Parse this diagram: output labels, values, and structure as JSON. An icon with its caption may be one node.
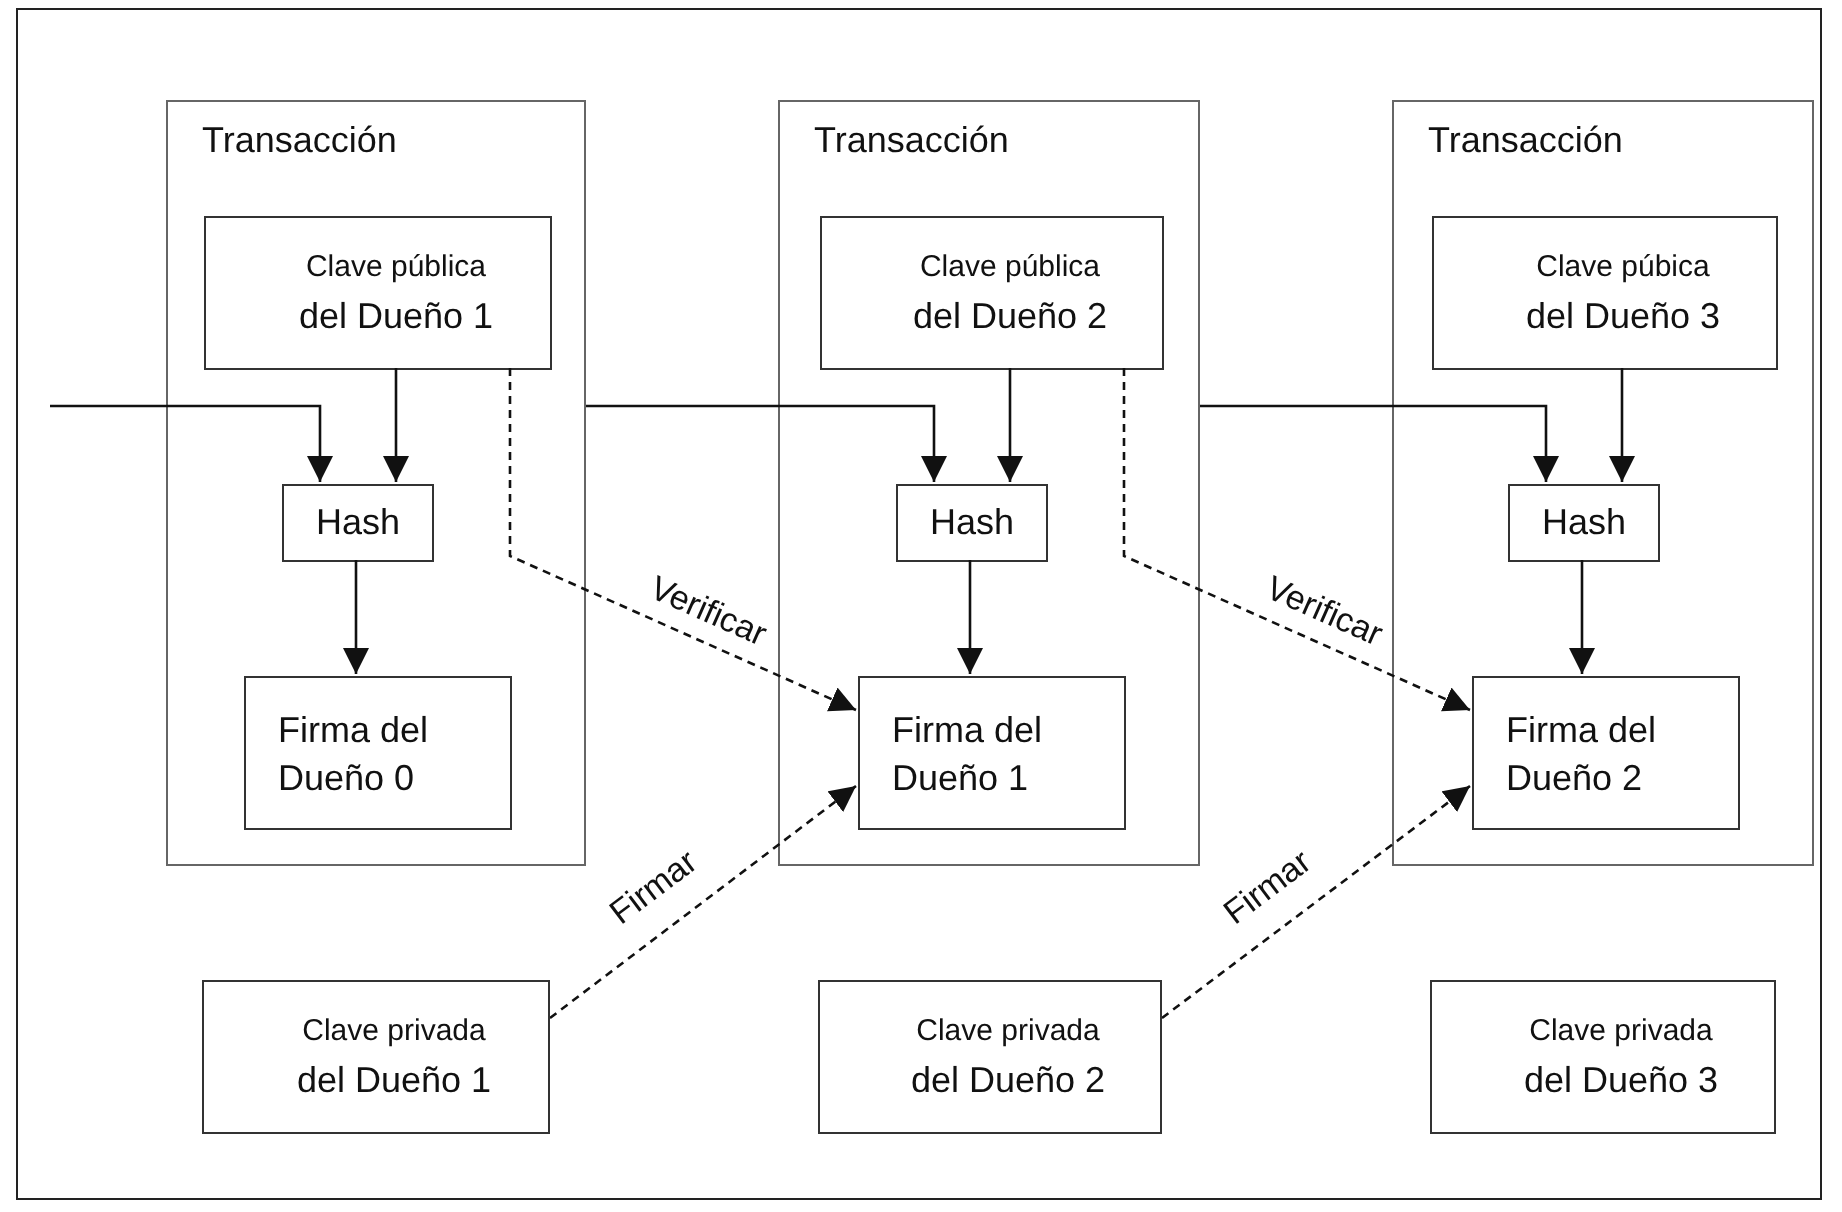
{
  "diagram": {
    "nodes": [
      {
        "text": [
          "Transacción"
        ]
      },
      {
        "text": [
          "Clave pública",
          "del Dueño 1"
        ],
        "in": 0
      },
      {
        "text": [
          "Hash"
        ],
        "in": 0
      },
      {
        "text": [
          "Firma del Dueño 0"
        ],
        "in": 0
      },
      {
        "text": [
          "Transacción"
        ]
      },
      {
        "text": [
          "Clave pública",
          "del Dueño 2"
        ],
        "in": 4
      },
      {
        "text": [
          "Hash"
        ],
        "in": 4
      },
      {
        "text": [
          "Firma del Dueño 1"
        ],
        "in": 4
      },
      {
        "text": [
          "Transacción"
        ]
      },
      {
        "text": [
          "Clave púbica",
          "del Dueño 3"
        ],
        "in": 8
      },
      {
        "text": [
          "Hash"
        ],
        "in": 8
      },
      {
        "text": [
          "Firma del Dueño 2"
        ],
        "in": 8
      },
      {
        "text": [
          "Clave privada",
          "del Dueño 1"
        ]
      },
      {
        "text": [
          "Clave privada",
          "del Dueño 2"
        ]
      },
      {
        "text": [
          "Clave privada",
          "del Dueño 3"
        ]
      }
    ],
    "edges": [
      {
        "from": null,
        "to": 2,
        "arrow": "to"
      },
      {
        "from": 1,
        "to": 2,
        "arrow": "to"
      },
      {
        "from": 2,
        "to": 3,
        "arrow": "to"
      },
      {
        "from": 0,
        "to": 6,
        "arrow": "to"
      },
      {
        "from": 5,
        "to": 6,
        "arrow": "to"
      },
      {
        "from": 6,
        "to": 7,
        "arrow": "to"
      },
      {
        "from": 4,
        "to": 10,
        "arrow": "to"
      },
      {
        "from": 9,
        "to": 10,
        "arrow": "to"
      },
      {
        "from": 10,
        "to": 11,
        "arrow": "to"
      },
      {
        "from": 1,
        "to": 7,
        "arrow": "to",
        "label": "Verificar",
        "style": "dashed"
      },
      {
        "from": 12,
        "to": 7,
        "arrow": "to",
        "label": "Firmar",
        "style": "dashed"
      },
      {
        "from": 5,
        "to": 11,
        "arrow": "to",
        "label": "Verificar",
        "style": "dashed"
      },
      {
        "from": 13,
        "to": 11,
        "arrow": "to",
        "label": "Firmar",
        "style": "dashed"
      }
    ]
  }
}
